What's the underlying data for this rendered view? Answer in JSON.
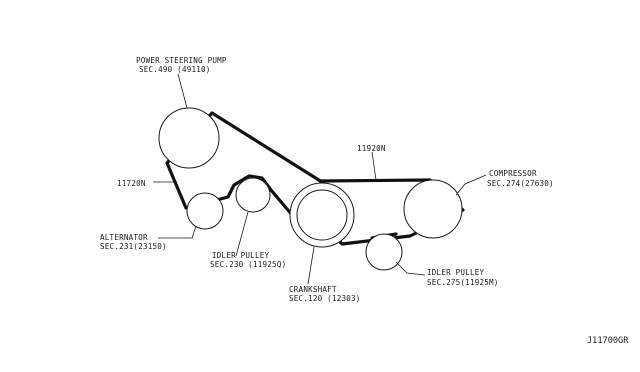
{
  "components": {
    "power_steering_pump": {
      "name": "POWER STEERING PUMP",
      "sec": "SEC.490 (49110)"
    },
    "alternator": {
      "name": "ALTERNATOR",
      "sec": "SEC.231(23150)"
    },
    "idler_pulley_upper": {
      "name": "IDLER PULLEY",
      "sec": "SEC.230 (11925Q)"
    },
    "crankshaft": {
      "name": "CRANKSHAFT",
      "sec": "SEC.120 (12303)"
    },
    "compressor": {
      "name": "COMPRESSOR",
      "sec": "SEC.274(27630)"
    },
    "idler_pulley_lower": {
      "name": "IDLER PULLEY",
      "sec": "SEC.275(11925M)"
    }
  },
  "belts": {
    "belt_left": "11720N",
    "belt_right": "11920N"
  },
  "diagram_ref": "J11700GR"
}
